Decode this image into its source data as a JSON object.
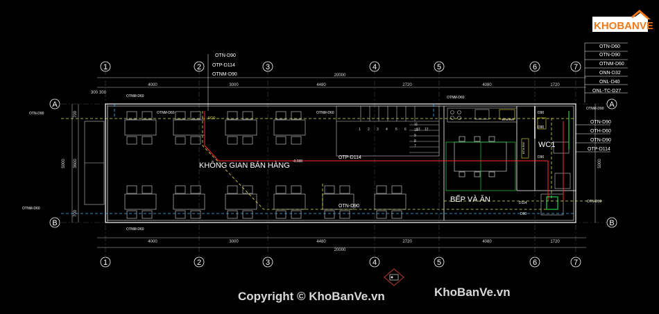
{
  "grid_axes": {
    "top": [
      "1",
      "2",
      "3",
      "4",
      "5",
      "6",
      "7"
    ],
    "bottom": [
      "1",
      "2",
      "3",
      "4",
      "5",
      "6",
      "7"
    ],
    "left": [
      "A",
      "B"
    ],
    "right": [
      "A",
      "B"
    ]
  },
  "dimensions": {
    "top_segments": [
      "4000",
      "3000",
      "4480",
      "2720",
      "4080",
      "1720"
    ],
    "top_total": "20000",
    "top_small": [
      "300",
      "300"
    ],
    "bottom_segments": [
      "4000",
      "3000",
      "4480",
      "2720",
      "4080",
      "1720"
    ],
    "bottom_total": "20000",
    "left": [
      "700",
      "3600",
      "700"
    ],
    "left_total": "5000",
    "right_total": "5000"
  },
  "rooms": {
    "sales": "KHÔNG GIAN BÁN HÀNG",
    "kitchen": "BẾP VÀ ĂN",
    "wc": "WC1"
  },
  "pipe_labels": {
    "top_center": [
      "OTN-D90",
      "OTP-D114",
      "OTNM-D90"
    ],
    "top_right": [
      "OTN-D60",
      "OTN-D90",
      "OTNM-D60",
      "ONN-D32",
      "ONL-D40",
      "ONL-TC-D27"
    ],
    "right_mid": [
      "OTN-D90",
      "OTH-D60",
      "OTN-D90",
      "OTP-D114"
    ],
    "otnm_d60_tl": "OTNM-D60",
    "otnm_d60_top": "OTNM-D60",
    "otnm_d60_mid": "OTNM-D60",
    "otnm_d60_stair": "OTNM-D60",
    "otnm_d90_right": "OTNM-D90",
    "otn_d90_left": "OTN-D90",
    "otnm_d60_left": "OTNM-D60",
    "otnm_d60_bl": "OTNM-D60",
    "otp_d114_main": "OTP-D114",
    "otn_d90_main": "OTN-D90",
    "otn_d90_br": "OTN-D90",
    "d114": "D114",
    "d90_a": "D90",
    "d90_b": "D90",
    "d90_c": "D90",
    "d90_d": "D90",
    "fco": "FCO",
    "level": "-0.000",
    "btm1": "BTM-R01",
    "btm2": "BTM-R02"
  },
  "stair_steps": [
    "1",
    "2",
    "3",
    "4",
    "5",
    "6",
    "7",
    "8",
    "9",
    "10",
    "11",
    "12",
    "13"
  ],
  "watermark": {
    "copyright": "Copyright © KhoBanVe.vn",
    "site": "KhoBanVe.vn",
    "logo_text": "KHOBANVE"
  },
  "colors": {
    "background": "#000000",
    "wall": "#ffffff",
    "grid_line": "#4a4a4a",
    "pipe_red": "#ff2b2b",
    "pipe_yellow": "#e8e84a",
    "pipe_cyan": "#3fb8ff",
    "pipe_green": "#27d04a",
    "logo_orange": "#f07a1a"
  }
}
